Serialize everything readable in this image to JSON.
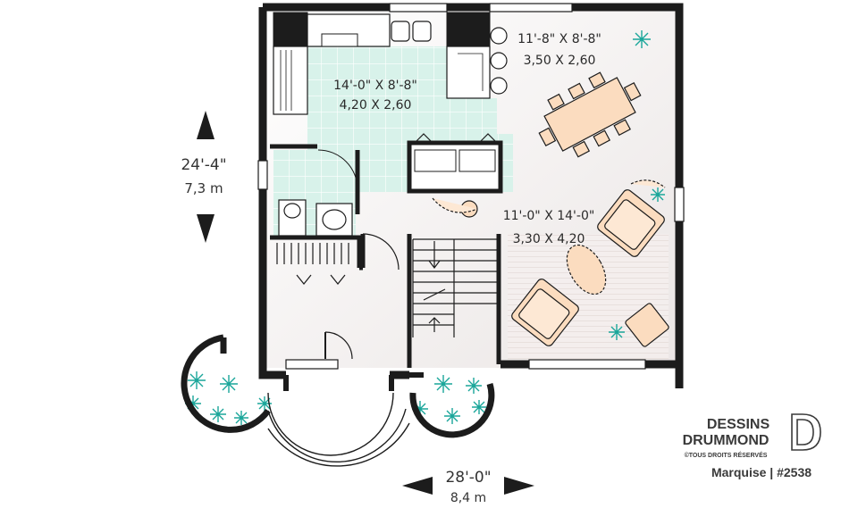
{
  "dimensions": {
    "height_imperial": "24'-4\"",
    "height_metric": "7,3 m",
    "width_imperial": "28'-0\"",
    "width_metric": "8,4 m"
  },
  "rooms": [
    {
      "key": "kitchen",
      "imperial": "14'-0\" X 8'-8\"",
      "metric": "4,20 X 2,60"
    },
    {
      "key": "dining",
      "imperial": "11'-8\" X 8'-8\"",
      "metric": "3,50 X 2,60"
    },
    {
      "key": "living",
      "imperial": "11'-0\" X 14'-0\"",
      "metric": "3,30 X 4,20"
    }
  ],
  "brand": {
    "line1": "DESSINS",
    "line2": "DRUMMOND",
    "rights": "©TOUS DROITS RÉSERVÉS",
    "caption": "Marquise | #2538"
  },
  "colors": {
    "wall": "#1c1c1c",
    "kitchen_tile": "#d8f2ea",
    "floor": "#f3efee",
    "furniture": "#fbdcbf",
    "plant": "#1aa69a"
  }
}
